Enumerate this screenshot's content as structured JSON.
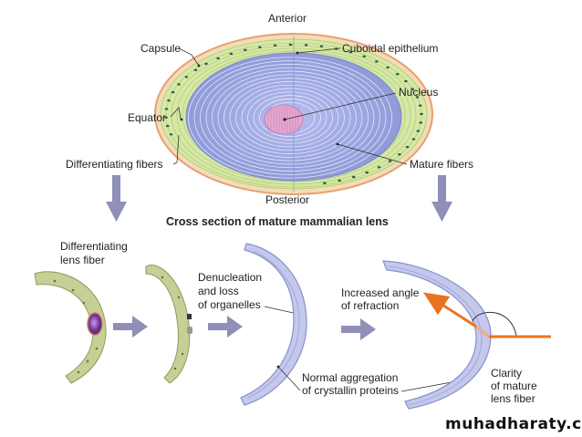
{
  "diagram": {
    "title": "Cross section of mature mammalian lens",
    "lens_labels": {
      "anterior": "Anterior",
      "posterior": "Posterior",
      "capsule": "Capsule",
      "cuboidal_epithelium": "Cuboidal epithelium",
      "nucleus": "Nucleus",
      "equator": "Equator",
      "differentiating_fibers": "Differentiating fibers",
      "mature_fibers": "Mature fibers"
    },
    "stage_labels": {
      "differentiating_line1": "Differentiating",
      "differentiating_line2": "lens fiber",
      "denucleation_line1": "Denucleation",
      "denucleation_line2": "and loss",
      "denucleation_line3": "of organelles",
      "normal_line1": "Normal aggregation",
      "normal_line2": "of crystallin proteins",
      "refraction_line1": "Increased angle",
      "refraction_line2": "of refraction",
      "clarity_line1": "Clarity",
      "clarity_line2": "of mature",
      "clarity_line3": "lens fiber"
    },
    "watermark": "muhadharaty.com",
    "colors": {
      "capsule": "#e8b98a",
      "epithelium_green": "#cfe3a0",
      "mature_blue": "#9ea8e0",
      "nucleus_pink": "#e8a8d0",
      "arrow": "#8f8fb8",
      "differentiating_fiber": "#c6cf96",
      "mature_fiber": "#c4c8ec",
      "light_ray": "#e8741f",
      "nucleus_purple": "#7a3aa0"
    }
  }
}
